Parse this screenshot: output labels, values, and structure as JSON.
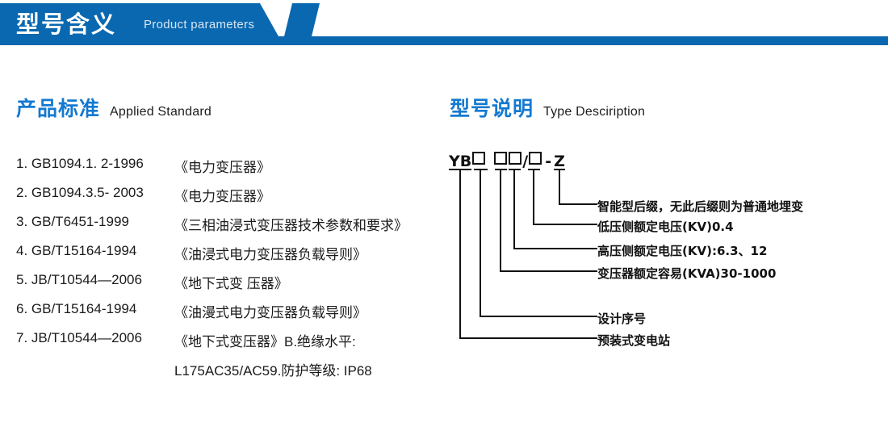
{
  "header": {
    "title_cn": "型号含义",
    "title_en": "Product parameters",
    "bar_color": "#0a68b0"
  },
  "sections": {
    "standard": {
      "title_cn": "产品标准",
      "title_en": "Applied Standard",
      "accent": "#1479d0"
    },
    "type": {
      "title_cn": "型号说明",
      "title_en": "Type Desciription",
      "accent": "#1479d0"
    }
  },
  "standards": {
    "items": [
      {
        "code": "1. GB1094.1. 2-1996",
        "name": "《电力变压器》"
      },
      {
        "code": "2. GB1094.3.5- 2003",
        "name": "《电力变压器》"
      },
      {
        "code": "3. GB/T6451-1999",
        "name": "《三相油浸式变压器技术参数和要求》"
      },
      {
        "code": "4. GB/T15164-1994",
        "name": "《油浸式电力变压器负载导则》"
      },
      {
        "code": "5. JB/T10544—2006",
        "name": "《地下式变 压器》"
      },
      {
        "code": "6. GB/T15164-1994",
        "name": "《油漫式电力变压器负载导则》"
      },
      {
        "code": "7. JB/T10544—2006",
        "name": "《地下式变压器》B.绝缘水平:"
      }
    ],
    "continuation": "L175AC35/AC59.防护等级: IP68"
  },
  "type_diagram": {
    "code_prefix": "YB",
    "code_separator": "/",
    "code_dash": "-",
    "code_suffix": "Z",
    "box_glyph": "□",
    "labels": [
      "智能型后缀，无此后缀则为普通地埋变",
      "低压侧额定电压(KV)0.4",
      "高压侧额定电压(KV):6.3、12",
      "变压器额定容易(KVA)30-1000",
      "设计序号",
      "预装式变电站"
    ]
  }
}
